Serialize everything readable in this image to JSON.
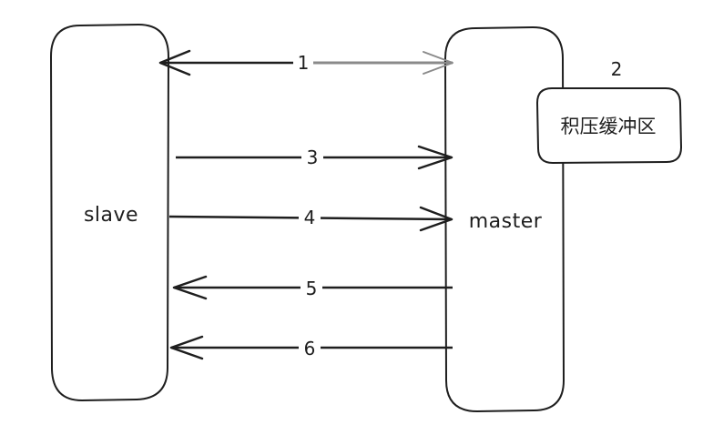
{
  "nodes": {
    "slave": {
      "label": "slave"
    },
    "master": {
      "label": "master"
    },
    "buffer": {
      "label": "积压缓冲区"
    }
  },
  "steps": [
    {
      "id": "step-1",
      "label": "1"
    },
    {
      "id": "step-2",
      "label": "2"
    },
    {
      "id": "step-3",
      "label": "3"
    },
    {
      "id": "step-4",
      "label": "4"
    },
    {
      "id": "step-5",
      "label": "5"
    },
    {
      "id": "step-6",
      "label": "6"
    }
  ],
  "colors": {
    "stroke": "#1e1e1e",
    "stroke_faded": "#8a8a8a",
    "background": "#ffffff"
  }
}
